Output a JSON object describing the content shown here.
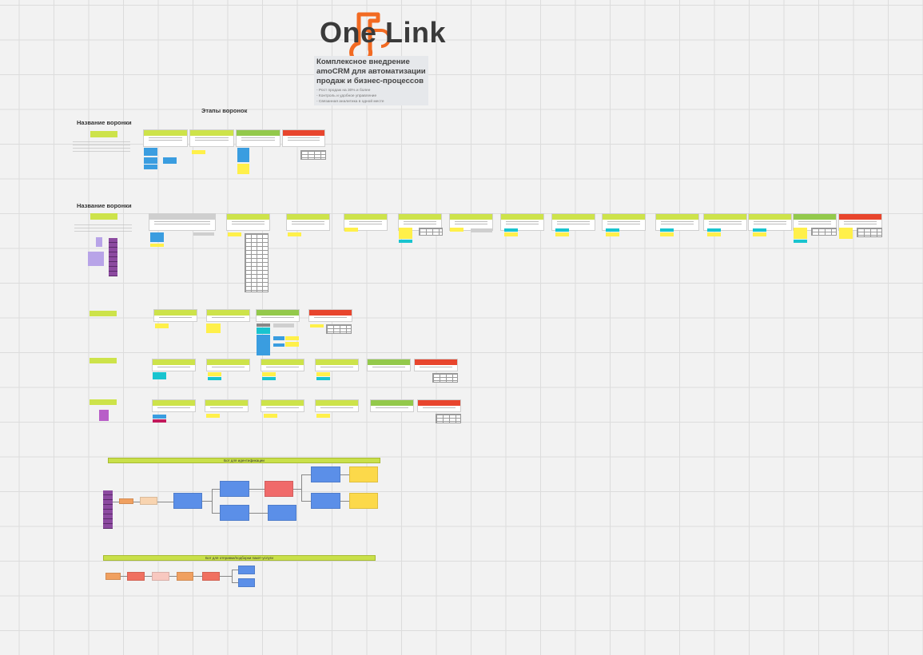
{
  "logo": {
    "wordmark": "One Link",
    "icon": "onelink-logo-icon",
    "accent": "#f26a22"
  },
  "promo": {
    "title": "Комплексное внедрение amoCRM для автоматизации продаж и бизнес-процессов",
    "bullets": [
      "- Рост продаж на 30% и более",
      "- Контроль и удобное управление",
      "- Связанная аналитика в одной месте"
    ]
  },
  "headings": {
    "stages": "Этапы воронок",
    "funnel_1": "Название воронки",
    "funnel_2": "Название воронки"
  },
  "bars": {
    "bot_1": "Бот для идентификации",
    "bot_2": "Бот для отправки/подборки пакет-услуги"
  },
  "colors": {
    "stage_header": "#cde34a",
    "stage_won": "#93c94b",
    "stage_lost": "#e8452d",
    "sticky_yellow": "#fff04a",
    "sticky_blue": "#3a9de0",
    "sticky_cyan": "#18c4cf",
    "sticky_purple": "#8c4aa0",
    "flow_blue": "#5b8fe8",
    "flow_red": "#f06a6a",
    "flow_yellow": "#fcd94a",
    "flow_orange": "#f0a060"
  }
}
